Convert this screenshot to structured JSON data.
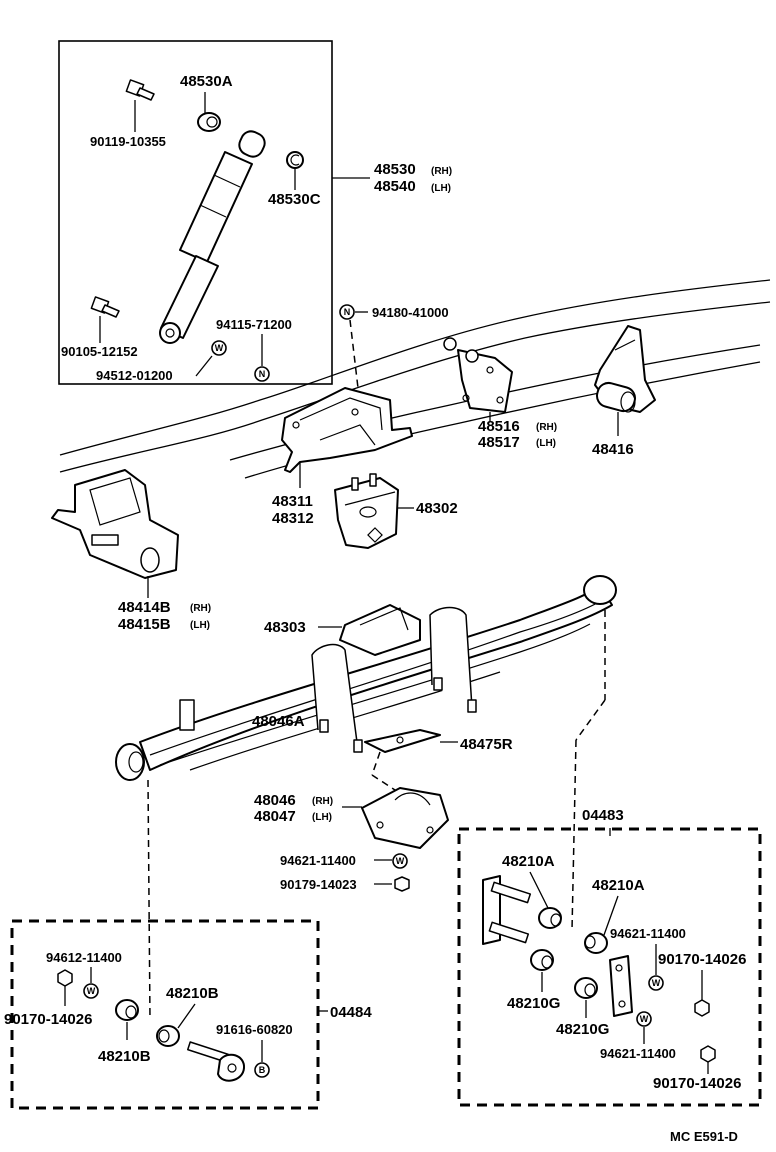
{
  "diagram_code": "MC E591-D",
  "shock_absorber": {
    "assembly": "48530",
    "assembly_rh_suffix": "(RH)",
    "assembly_lh": "48540",
    "assembly_lh_suffix": "(LH)",
    "cushion_a": "48530A",
    "cushion_c": "48530C",
    "bolt_upper": "90119-10355",
    "bolt_lower": "90105-12152",
    "washer": "94512-01200",
    "nut": "94115-71200",
    "washer_symbol": "W",
    "nut_symbol": "N"
  },
  "frame_parts": {
    "nut_top": "94180-41000",
    "nut_top_symbol": "N",
    "bracket_rh": "48516",
    "bracket_rh_suffix": "(RH)",
    "bracket_lh": "48517",
    "bracket_lh_suffix": "(LH)",
    "hanger": "48416",
    "bumper_bracket_a": "48311",
    "bumper_bracket_b": "48312",
    "bumper": "48302",
    "front_bracket_rh": "48414B",
    "front_bracket_rh_suffix": "(RH)",
    "front_bracket_lh": "48415B",
    "front_bracket_lh_suffix": "(LH)"
  },
  "spring_parts": {
    "spacer": "48303",
    "leaf_spring": "48046A",
    "plate": "48475R",
    "seat_rh": "48046",
    "seat_rh_suffix": "(RH)",
    "seat_lh": "48047",
    "seat_lh_suffix": "(LH)",
    "washer": "94621-11400",
    "nut": "90179-14023",
    "washer_symbol": "W"
  },
  "shackle_kit": {
    "kit_number": "04483",
    "bushing_a1": "48210A",
    "bushing_a2": "48210A",
    "bushing_g1": "48210G",
    "bushing_g2": "48210G",
    "washer_1": "94621-11400",
    "washer_2": "94621-11400",
    "nut_1": "90170-14026",
    "nut_2": "90170-14026",
    "washer_symbol": "W"
  },
  "pin_kit": {
    "kit_number": "04484",
    "washer": "94612-11400",
    "nut": "90170-14026",
    "bushing_1": "48210B",
    "bushing_2": "48210B",
    "bolt": "91616-60820",
    "washer_symbol": "W",
    "bolt_symbol": "B"
  }
}
